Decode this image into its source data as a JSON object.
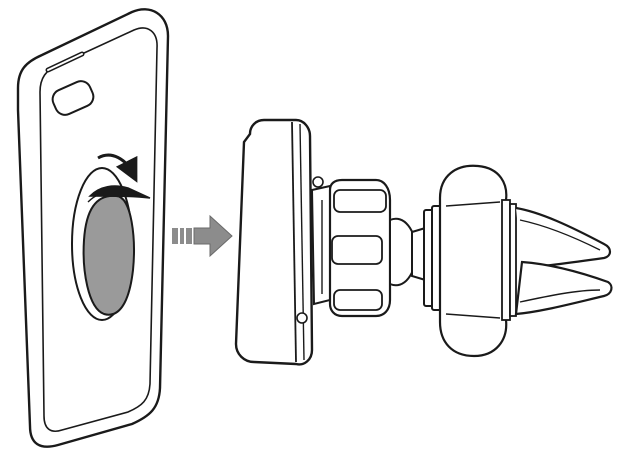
{
  "diagram": {
    "parts": [
      {
        "id": "phone-case",
        "icon": "phone-case-icon"
      },
      {
        "id": "metal-plate-adhesive",
        "icon": "adhesive-plate-icon"
      },
      {
        "id": "peel-direction-arrow",
        "icon": "curved-arrow-icon"
      },
      {
        "id": "attach-arrow",
        "icon": "arrow-right-icon"
      },
      {
        "id": "magnetic-mount-head",
        "icon": "magnet-head-icon"
      },
      {
        "id": "ball-joint",
        "icon": "ball-joint-icon"
      },
      {
        "id": "vent-clip",
        "icon": "vent-clip-icon"
      }
    ],
    "colors": {
      "line": "#1a1a1a",
      "plate_fill": "#9a9a9a",
      "arrow_fill": "#8c8c8c",
      "background": "#ffffff"
    }
  }
}
